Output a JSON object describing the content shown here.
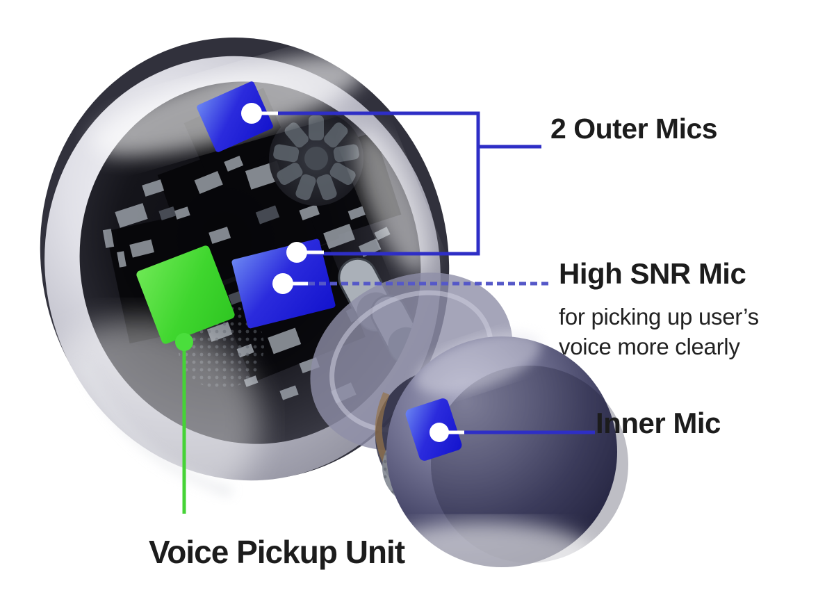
{
  "background": "#ffffff",
  "callouts": [
    {
      "name": "outer-mics",
      "label": "2 Outer Mics",
      "line_style": "solid bracket",
      "line_color": "#2e2ec6",
      "marker": "white-dot",
      "marker_count": 2
    },
    {
      "name": "high-snr-mic",
      "label": "High SNR Mic",
      "description_lines": [
        "for picking up user’s",
        "voice more clearly"
      ],
      "line_style": "dashed",
      "line_color": "#5558c8",
      "marker": "white-dot",
      "marker_count": 1
    },
    {
      "name": "inner-mic",
      "label": "Inner Mic",
      "line_style": "solid",
      "line_color": "#2e2ec6",
      "marker": "white-dot",
      "marker_count": 1
    },
    {
      "name": "voice-pickup-unit",
      "label": "Voice Pickup Unit",
      "line_style": "solid",
      "line_color": "#45d336",
      "marker": "green-dot",
      "marker_count": 1
    }
  ],
  "colors": {
    "callout_line_blue": "#2e2ec6",
    "dashed_line_blue": "#5558c8",
    "mic_highlight_blue": "#1c1cdc",
    "voice_pickup_green": "#41d832",
    "label_text": "#1c1c1c",
    "background": "#ffffff"
  }
}
